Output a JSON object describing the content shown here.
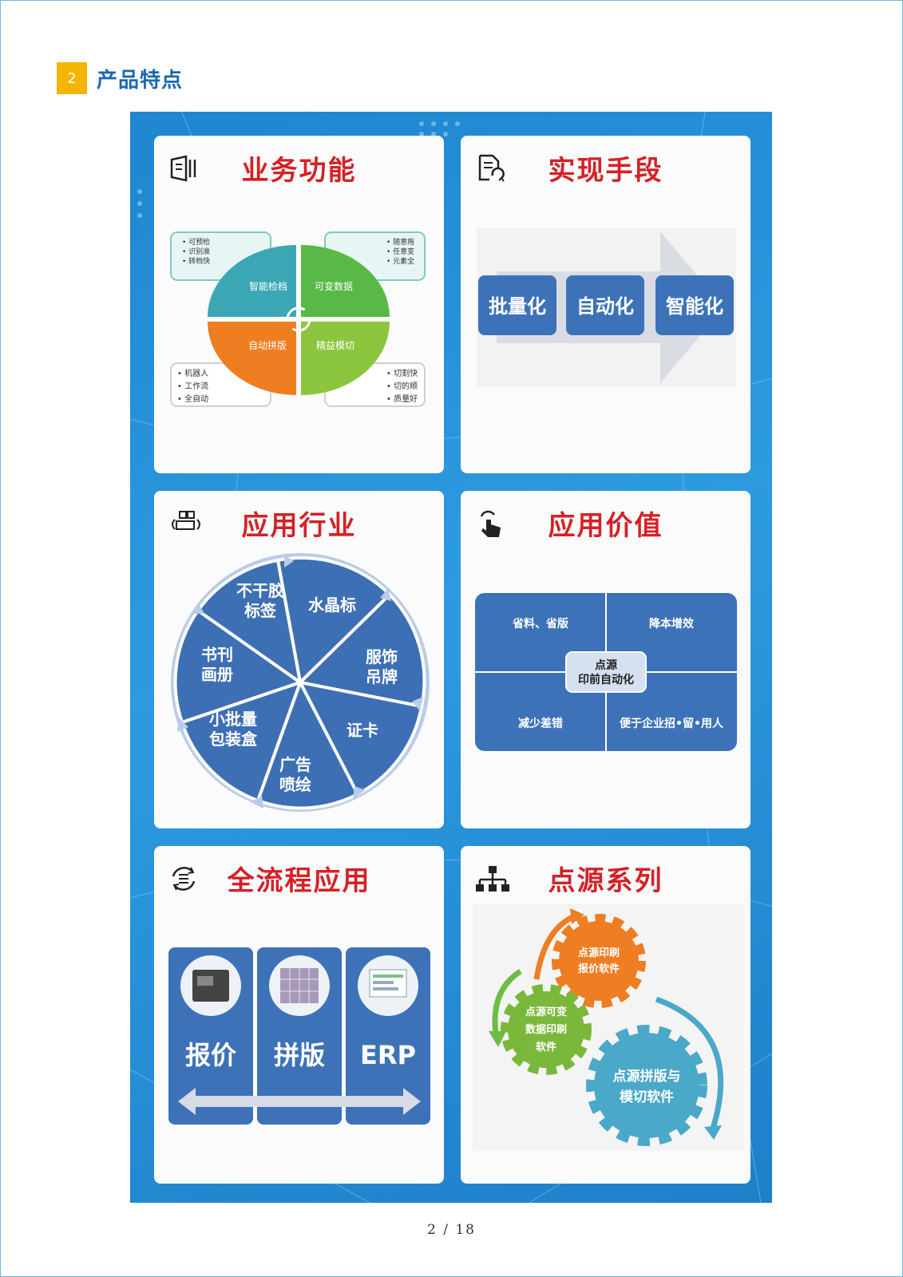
{
  "section": {
    "number": "2",
    "title": "产品特点"
  },
  "cards": {
    "business": {
      "title": "业务功能",
      "quadrants": [
        "智能检档",
        "可变数据",
        "自动拼版",
        "精益模切"
      ],
      "notes_tl": [
        "• 可预检",
        "• 识别准",
        "• 转档快"
      ],
      "notes_tr": [
        "• 随意拖",
        "• 任意变",
        "• 元素全"
      ],
      "notes_bl": [
        "• 机器人",
        "• 工作流",
        "• 全自动"
      ],
      "notes_br": [
        "• 切割快",
        "• 切的顺",
        "• 质量好"
      ]
    },
    "means": {
      "title": "实现手段",
      "items": [
        "批量化",
        "自动化",
        "智能化"
      ]
    },
    "industry": {
      "title": "应用行业",
      "segments": [
        [
          "不干胶",
          "标签"
        ],
        [
          "水晶标"
        ],
        [
          "服饰",
          "吊牌"
        ],
        [
          "证卡"
        ],
        [
          "广告",
          "喷绘"
        ],
        [
          "小批量",
          "包装盒"
        ],
        [
          "书刊",
          "画册"
        ]
      ]
    },
    "value": {
      "title": "应用价值",
      "tl": "省料、省版",
      "tr": "降本增效",
      "bl": "减少差错",
      "br": "便于企业招•留•用人",
      "center1": "点源",
      "center2": "印前自动化"
    },
    "flow": {
      "title": "全流程应用",
      "items": [
        "报价",
        "拼版",
        "ERP"
      ]
    },
    "series": {
      "title": "点源系列",
      "gear1": [
        "点源印刷",
        "报价软件"
      ],
      "gear2": [
        "点源可变",
        "数据印刷",
        "软件"
      ],
      "gear3": [
        "点源拼版与",
        "模切软件"
      ]
    }
  },
  "page": {
    "label": "2 / 18"
  },
  "colors": {
    "poster_blue": "#2a93dc",
    "title_red": "#d42127",
    "tile_blue": "#3d72b8",
    "accent_yellow": "#f5b400"
  }
}
